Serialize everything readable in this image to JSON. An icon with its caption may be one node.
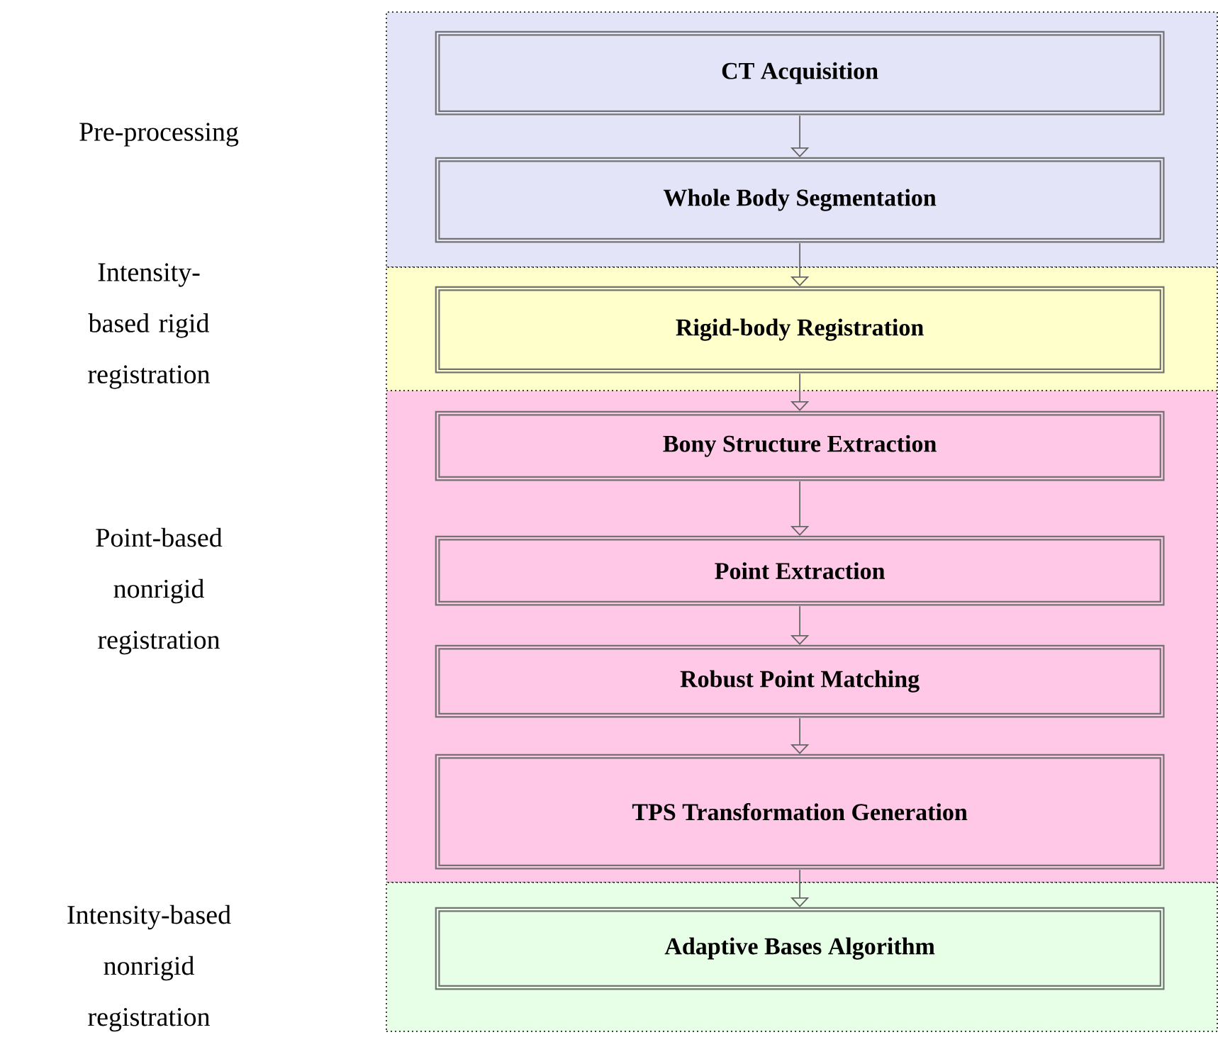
{
  "diagram": {
    "nodes": [
      {
        "text": [],
        "shape": "box"
      },
      {
        "text": [
          "CT Acquisition"
        ],
        "in": 0
      },
      {
        "text": [
          "Whole Body Segmentation"
        ],
        "in": 0
      },
      {
        "text": [],
        "shape": "box"
      },
      {
        "text": [
          "Rigid-body Registration"
        ],
        "in": 3
      },
      {
        "text": [],
        "shape": "box"
      },
      {
        "text": [
          "Bony Structure Extraction"
        ],
        "in": 5
      },
      {
        "text": [
          "Point Extraction"
        ],
        "in": 5
      },
      {
        "text": [
          "Robust Point Matching"
        ],
        "in": 5
      },
      {
        "text": [
          "TPS Transformation Generation"
        ],
        "in": 5
      },
      {
        "text": [],
        "shape": "box"
      },
      {
        "text": [
          "Adaptive Bases Algorithm"
        ],
        "in": 10
      }
    ],
    "edges": [
      {
        "from": 1,
        "to": 2,
        "arrow": "to"
      },
      {
        "from": 2,
        "to": 4,
        "arrow": "to"
      },
      {
        "from": 4,
        "to": 6,
        "arrow": "to"
      },
      {
        "from": 6,
        "to": 7,
        "arrow": "to"
      },
      {
        "from": 7,
        "to": 8,
        "arrow": "to"
      },
      {
        "from": 8,
        "to": 9,
        "arrow": "to"
      },
      {
        "from": 9,
        "to": 11,
        "arrow": "to"
      }
    ],
    "labels": [
      "Pre-processing",
      "Intensity-based rigid registration",
      "Point-based nonrigid registration",
      "Intensity-based nonrigid registration"
    ]
  }
}
